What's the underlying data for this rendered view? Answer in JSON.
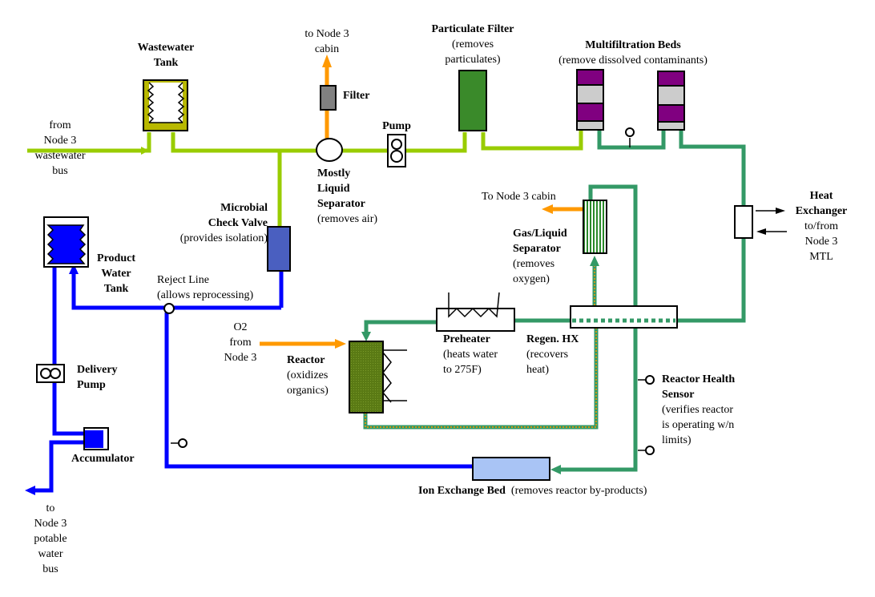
{
  "title": "Water Processing Assembly Flow Schematic",
  "colors": {
    "wastewater_line": "#99cc00",
    "processed_line": "#339966",
    "product_line": "#0000ff",
    "gas_line": "#ff9900",
    "tank_fill": "#b8b800",
    "particulate_filter_fill": "#3a8a2a",
    "multifiltration_purple": "#800080",
    "multifiltration_gray": "#cccccc",
    "reactor_fill": "#5a7a14",
    "check_valve_fill": "#4a5fc0",
    "ion_bed_fill": "#a9c4f5",
    "product_tank_fill": "#0000ff",
    "filter_fill": "#808080"
  },
  "labels": {
    "wastewater_source": [
      "from",
      "Node 3",
      "wastewater",
      "bus"
    ],
    "wastewater_tank": {
      "name_lines": [
        "Wastewater",
        "Tank"
      ]
    },
    "cabin_outlet": [
      "to Node 3",
      "cabin"
    ],
    "filter": {
      "name": "Filter"
    },
    "pump": {
      "name": "Pump"
    },
    "mostly_liquid_separator": {
      "name_lines": [
        "Mostly",
        "Liquid",
        "Separator"
      ],
      "desc": "(removes air)"
    },
    "particulate_filter": {
      "name": "Particulate Filter",
      "desc_lines": [
        "(removes",
        "particulates)"
      ]
    },
    "multifiltration_beds": {
      "name": "Multifiltration Beds",
      "desc": "(remove dissolved contaminants)"
    },
    "heat_exchanger": {
      "name_lines": [
        "Heat",
        "Exchanger"
      ],
      "desc_lines": [
        "to/from",
        "Node 3",
        "MTL"
      ]
    },
    "gas_liquid_separator": {
      "outlet": "To Node 3 cabin",
      "name_lines": [
        "Gas/Liquid",
        "Separator"
      ],
      "desc_lines": [
        "(removes",
        "oxygen)"
      ]
    },
    "microbial_check_valve": {
      "name_lines": [
        "Microbial",
        "Check Valve"
      ],
      "desc": "(provides isolation)"
    },
    "product_water_tank": {
      "name_lines": [
        "Product",
        "Water",
        "Tank"
      ]
    },
    "reject_line": {
      "name": "Reject Line",
      "desc": "(allows reprocessing)"
    },
    "o2_source": [
      "O2",
      "from",
      "Node 3"
    ],
    "reactor": {
      "name": "Reactor",
      "desc_lines": [
        "(oxidizes",
        "organics)"
      ]
    },
    "preheater": {
      "name": "Preheater",
      "desc_lines": [
        "(heats water",
        "to 275F)"
      ]
    },
    "regen_hx": {
      "name": "Regen. HX",
      "desc_lines": [
        "(recovers",
        "heat)"
      ]
    },
    "reactor_health_sensor": {
      "name_lines": [
        "Reactor Health",
        "Sensor"
      ],
      "desc_lines": [
        "(verifies reactor",
        "is operating w/n",
        "limits)"
      ]
    },
    "delivery_pump": {
      "name_lines": [
        "Delivery",
        "Pump"
      ]
    },
    "accumulator": {
      "name": "Accumulator"
    },
    "potable_outlet": [
      "to",
      "Node 3",
      "potable",
      "water",
      "bus"
    ],
    "ion_exchange_bed": {
      "name": "Ion Exchange Bed",
      "desc": "(removes reactor by-products)"
    }
  }
}
